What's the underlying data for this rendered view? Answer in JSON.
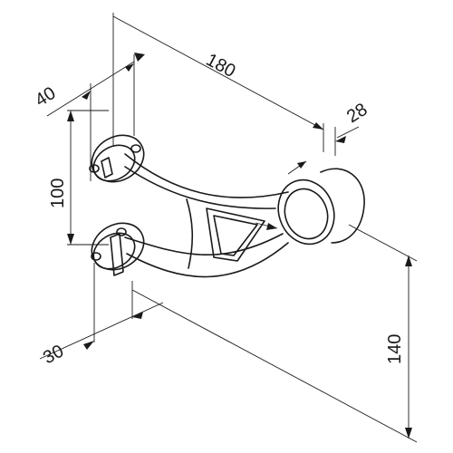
{
  "dimensions": {
    "width_180": "180",
    "flange_40": "40",
    "ring_28": "28",
    "height_100": "100",
    "base_30": "30",
    "height_140": "140"
  },
  "colors": {
    "line": "#1a1a1a",
    "background": "#ffffff"
  }
}
